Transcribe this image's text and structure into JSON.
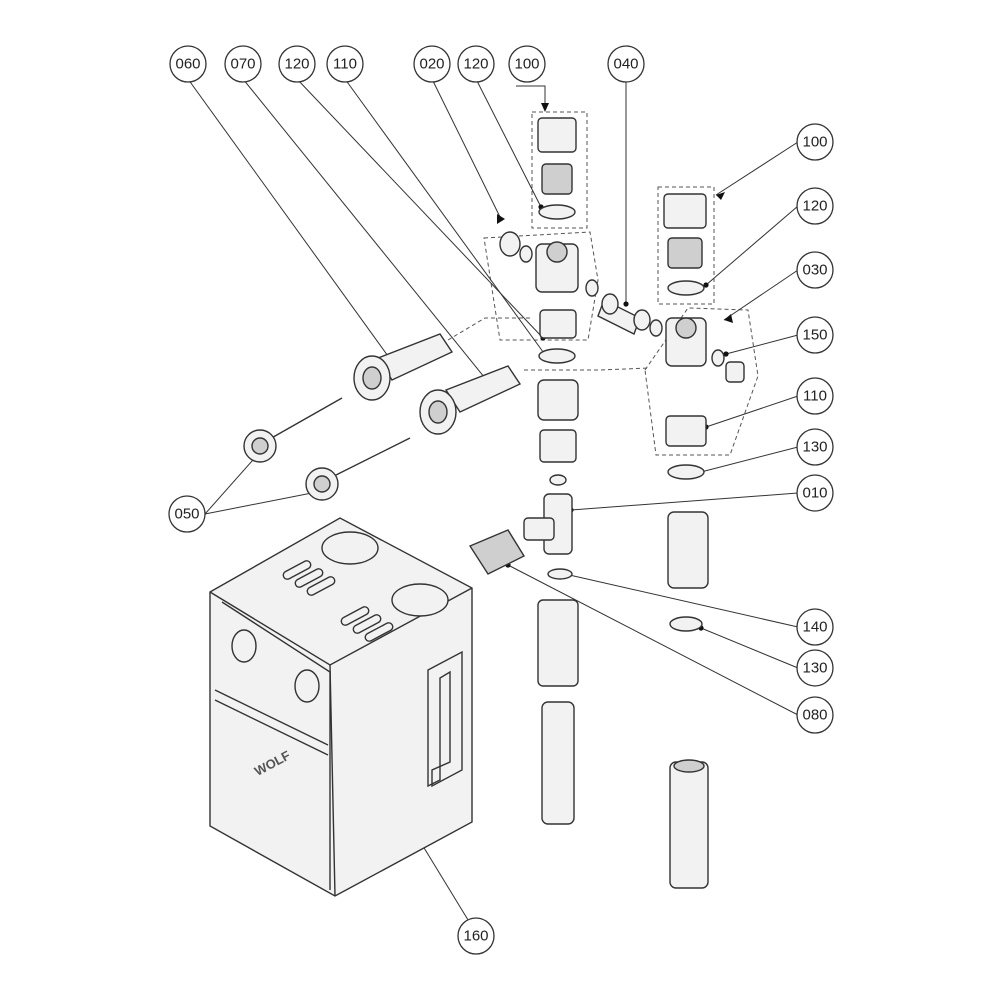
{
  "callouts": [
    {
      "id": "c-060",
      "label": "060"
    },
    {
      "id": "c-070",
      "label": "070"
    },
    {
      "id": "c-120a",
      "label": "120"
    },
    {
      "id": "c-110a",
      "label": "110"
    },
    {
      "id": "c-020",
      "label": "020"
    },
    {
      "id": "c-120b",
      "label": "120"
    },
    {
      "id": "c-100a",
      "label": "100"
    },
    {
      "id": "c-040",
      "label": "040"
    },
    {
      "id": "c-100b",
      "label": "100"
    },
    {
      "id": "c-120c",
      "label": "120"
    },
    {
      "id": "c-030",
      "label": "030"
    },
    {
      "id": "c-150",
      "label": "150"
    },
    {
      "id": "c-110b",
      "label": "110"
    },
    {
      "id": "c-130a",
      "label": "130"
    },
    {
      "id": "c-010",
      "label": "010"
    },
    {
      "id": "c-140",
      "label": "140"
    },
    {
      "id": "c-130b",
      "label": "130"
    },
    {
      "id": "c-080",
      "label": "080"
    },
    {
      "id": "c-050",
      "label": "050"
    },
    {
      "id": "c-160",
      "label": "160"
    }
  ],
  "logo": "WOLF",
  "colors": {
    "line": "#333333",
    "fill": "#f2f2f2",
    "background": "#ffffff"
  }
}
